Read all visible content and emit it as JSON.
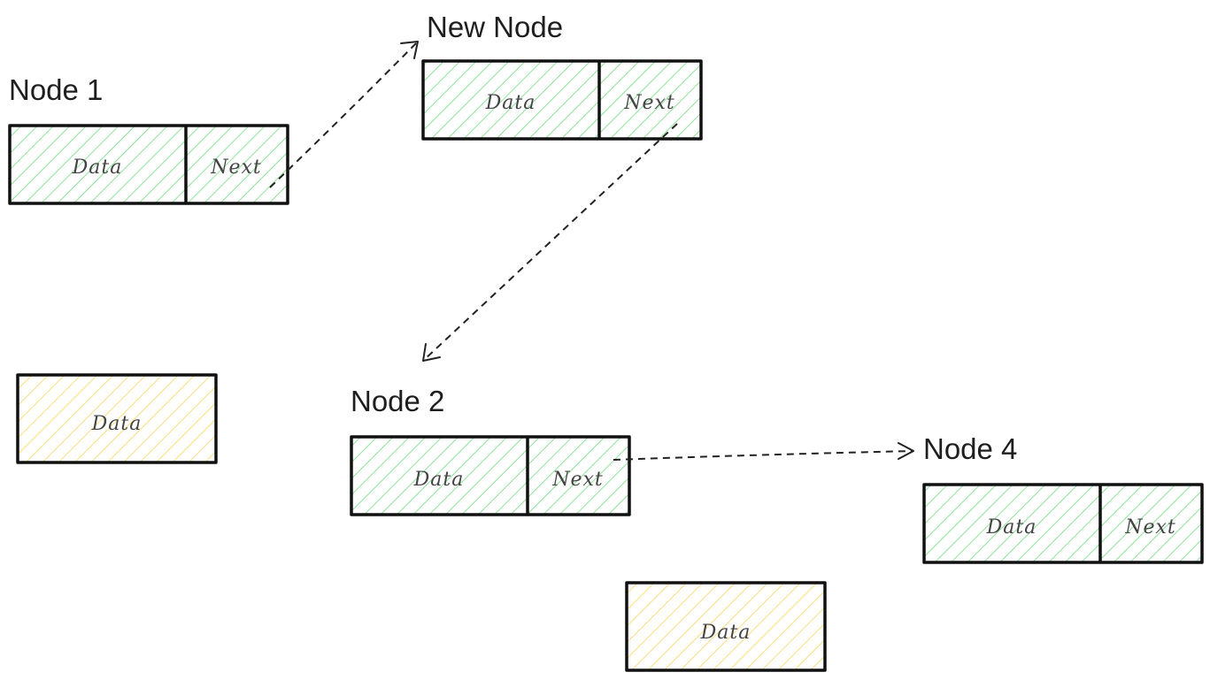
{
  "colors": {
    "green_hatch": "#8ee29a",
    "yellow_hatch": "#f7de7f",
    "border": "#111111"
  },
  "nodes": {
    "node1": {
      "title": "Node 1",
      "data_label": "Data",
      "next_label": "Next"
    },
    "new_node": {
      "title": "New Node",
      "data_label": "Data",
      "next_label": "Next"
    },
    "node2": {
      "title": "Node 2",
      "data_label": "Data",
      "next_label": "Next"
    },
    "node4": {
      "title": "Node 4",
      "data_label": "Data",
      "next_label": "Next"
    }
  },
  "detached": {
    "left": {
      "data_label": "Data"
    },
    "bottom": {
      "data_label": "Data"
    }
  }
}
